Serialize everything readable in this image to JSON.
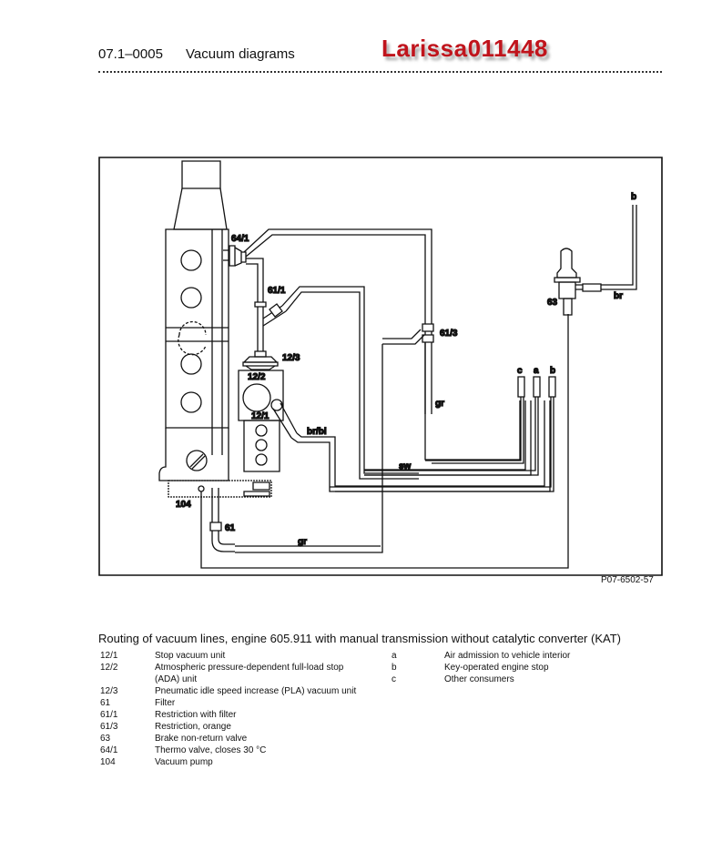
{
  "header": {
    "code": "07.1–0005",
    "title": "Vacuum diagrams",
    "watermark": "Larissa011448",
    "watermark_color": "#c0141c"
  },
  "diagram": {
    "labels": {
      "thermo_valve": "64/1",
      "restriction_filter": "61/1",
      "pla_unit": "12/3",
      "ada_unit": "12/2",
      "stop_unit": "12/1",
      "restriction_orange": "61/3",
      "brake_valve": "63",
      "vacuum_pump": "104",
      "filter": "61",
      "line_br_bl": "br/bl",
      "line_sw": "sw",
      "line_gr_upper": "gr",
      "line_gr_lower": "gr",
      "line_br": "br",
      "port_c": "c",
      "port_a": "a",
      "port_b": "b",
      "port_b_top": "b"
    },
    "reference": "P07-6502-57"
  },
  "caption": "Routing of vacuum lines, engine 605.911 with manual transmission without catalytic converter (KAT)",
  "legend_left": [
    {
      "key": "12/1",
      "text": "Stop vacuum unit"
    },
    {
      "key": "12/2",
      "text": "Atmospheric pressure-dependent full-load stop (ADA) unit"
    },
    {
      "key": "12/3",
      "text": "Pneumatic idle speed increase (PLA) vacuum unit"
    },
    {
      "key": "61",
      "text": "Filter"
    },
    {
      "key": "61/1",
      "text": "Restriction with filter"
    },
    {
      "key": "61/3",
      "text": "Restriction, orange"
    },
    {
      "key": "63",
      "text": "Brake non-return valve"
    },
    {
      "key": "64/1",
      "text": "Thermo valve, closes 30 °C"
    },
    {
      "key": "104",
      "text": "Vacuum pump"
    }
  ],
  "legend_right": [
    {
      "key": "a",
      "text": "Air admission to vehicle interior"
    },
    {
      "key": "b",
      "text": "Key-operated engine stop"
    },
    {
      "key": "c",
      "text": "Other consumers"
    }
  ]
}
